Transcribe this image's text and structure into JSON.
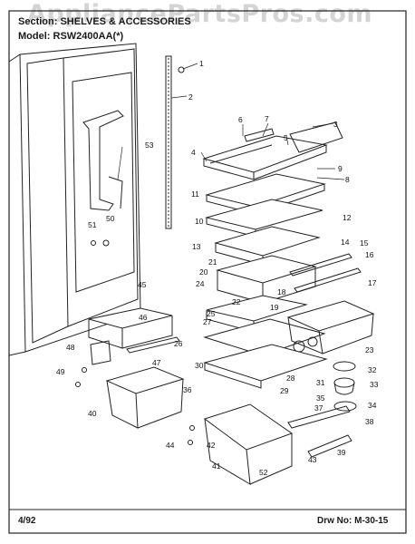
{
  "watermark": "AppliancePartsPros.com",
  "header": {
    "section_label": "Section:",
    "section_value": "SHELVES & ACCESSORIES",
    "model_label": "Model:",
    "model_value": "RSW2400AA(*)"
  },
  "footer": {
    "date": "4/92",
    "drawing_label": "Drw No:",
    "drawing_number": "M-30-15"
  },
  "callouts": [
    "1",
    "2",
    "3",
    "4",
    "5",
    "6",
    "7",
    "8",
    "9",
    "10",
    "11",
    "12",
    "13",
    "14",
    "15",
    "16",
    "17",
    "18",
    "19",
    "20",
    "21",
    "22",
    "23",
    "24",
    "25",
    "26",
    "27",
    "28",
    "29",
    "30",
    "31",
    "32",
    "33",
    "34",
    "35",
    "36",
    "37",
    "38",
    "39",
    "40",
    "41",
    "42",
    "43",
    "44",
    "45",
    "46",
    "47",
    "48",
    "49",
    "50",
    "51",
    "52",
    "53"
  ]
}
